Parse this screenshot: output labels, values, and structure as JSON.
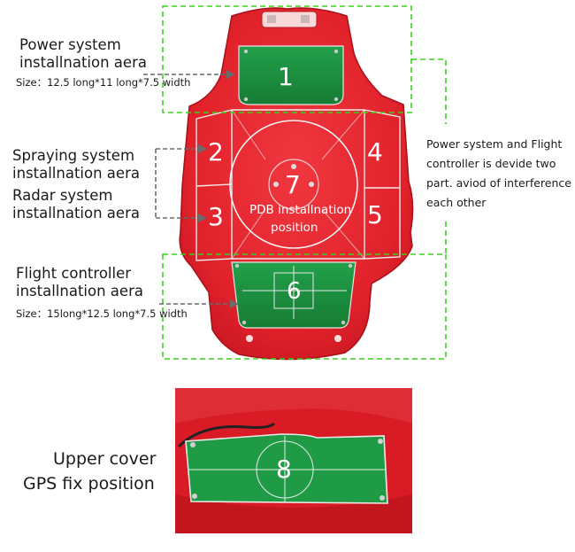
{
  "labels": {
    "power_title_1": "Power system",
    "power_title_2": "installnation aera",
    "power_size": "Size：12.5 long*11 long*7.5 width",
    "spraying_1": "Spraying system",
    "spraying_2": "installnation aera",
    "radar_1": "Radar system",
    "radar_2": "installnation aera",
    "flight_1": "Flight controller",
    "flight_2": "installnation aera",
    "flight_size": "Size：15long*12.5 long*7.5 width",
    "note_1": "Power system and Flight",
    "note_2": "controller is devide two",
    "note_3": "part. aviod of interference",
    "note_4": "each other",
    "upper_cover": "Upper cover",
    "gps_fix": "GPS fix position"
  },
  "zones": {
    "z1": "1",
    "z2": "2",
    "z3": "3",
    "z4": "4",
    "z5": "5",
    "z6": "6",
    "z7": "7",
    "z8": "8",
    "pdb_1": "PDB installnation",
    "pdb_2": "position"
  },
  "colors": {
    "shell_red": "#e8232e",
    "board_green": "#1e8a3c",
    "dashed_green": "#39d21c",
    "arrow_gray": "#6b6b6b"
  }
}
